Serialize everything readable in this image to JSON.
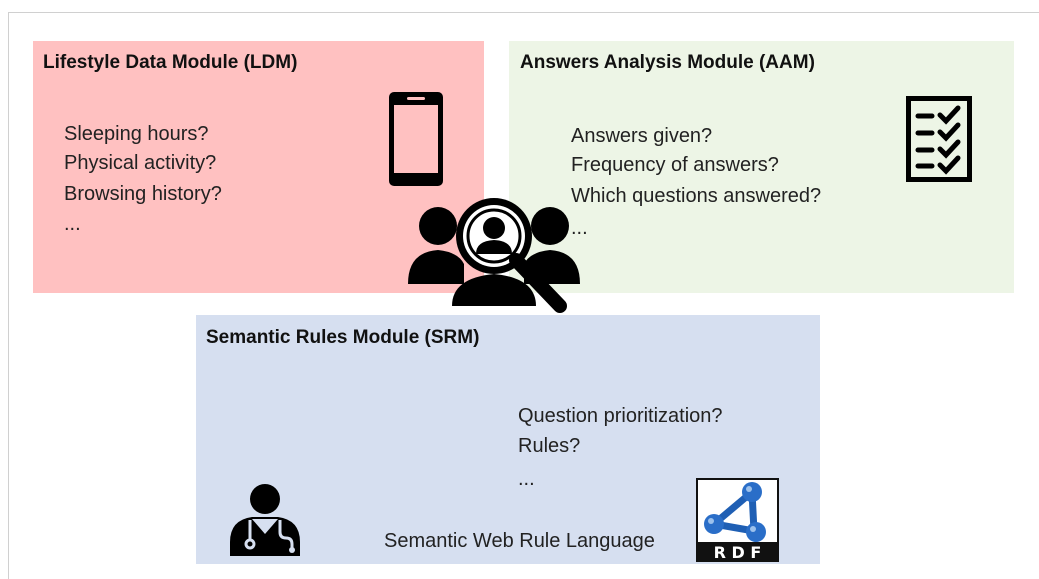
{
  "ldm": {
    "title": "Lifestyle Data Module (LDM)",
    "items": [
      "Sleeping hours?",
      "Physical activity?",
      "Browsing history?",
      "..."
    ],
    "icon": "smartphone-icon",
    "color": "#ffc1c1"
  },
  "aam": {
    "title": "Answers Analysis Module (AAM)",
    "items": [
      "Answers given?",
      "Frequency of answers?",
      "Which questions answered?",
      "..."
    ],
    "icon": "checklist-icon",
    "color": "#edf5e6"
  },
  "srm": {
    "title": "Semantic Rules Module (SRM)",
    "items": [
      "Question prioritization?",
      "Rules?",
      "..."
    ],
    "swrl_label": "Semantic Web Rule Language",
    "icons": [
      "doctor-icon",
      "rdf-logo-icon"
    ],
    "color": "#d6dff0"
  },
  "center_icon": "user-group-search-icon",
  "rdf_logo_text": "R D F"
}
